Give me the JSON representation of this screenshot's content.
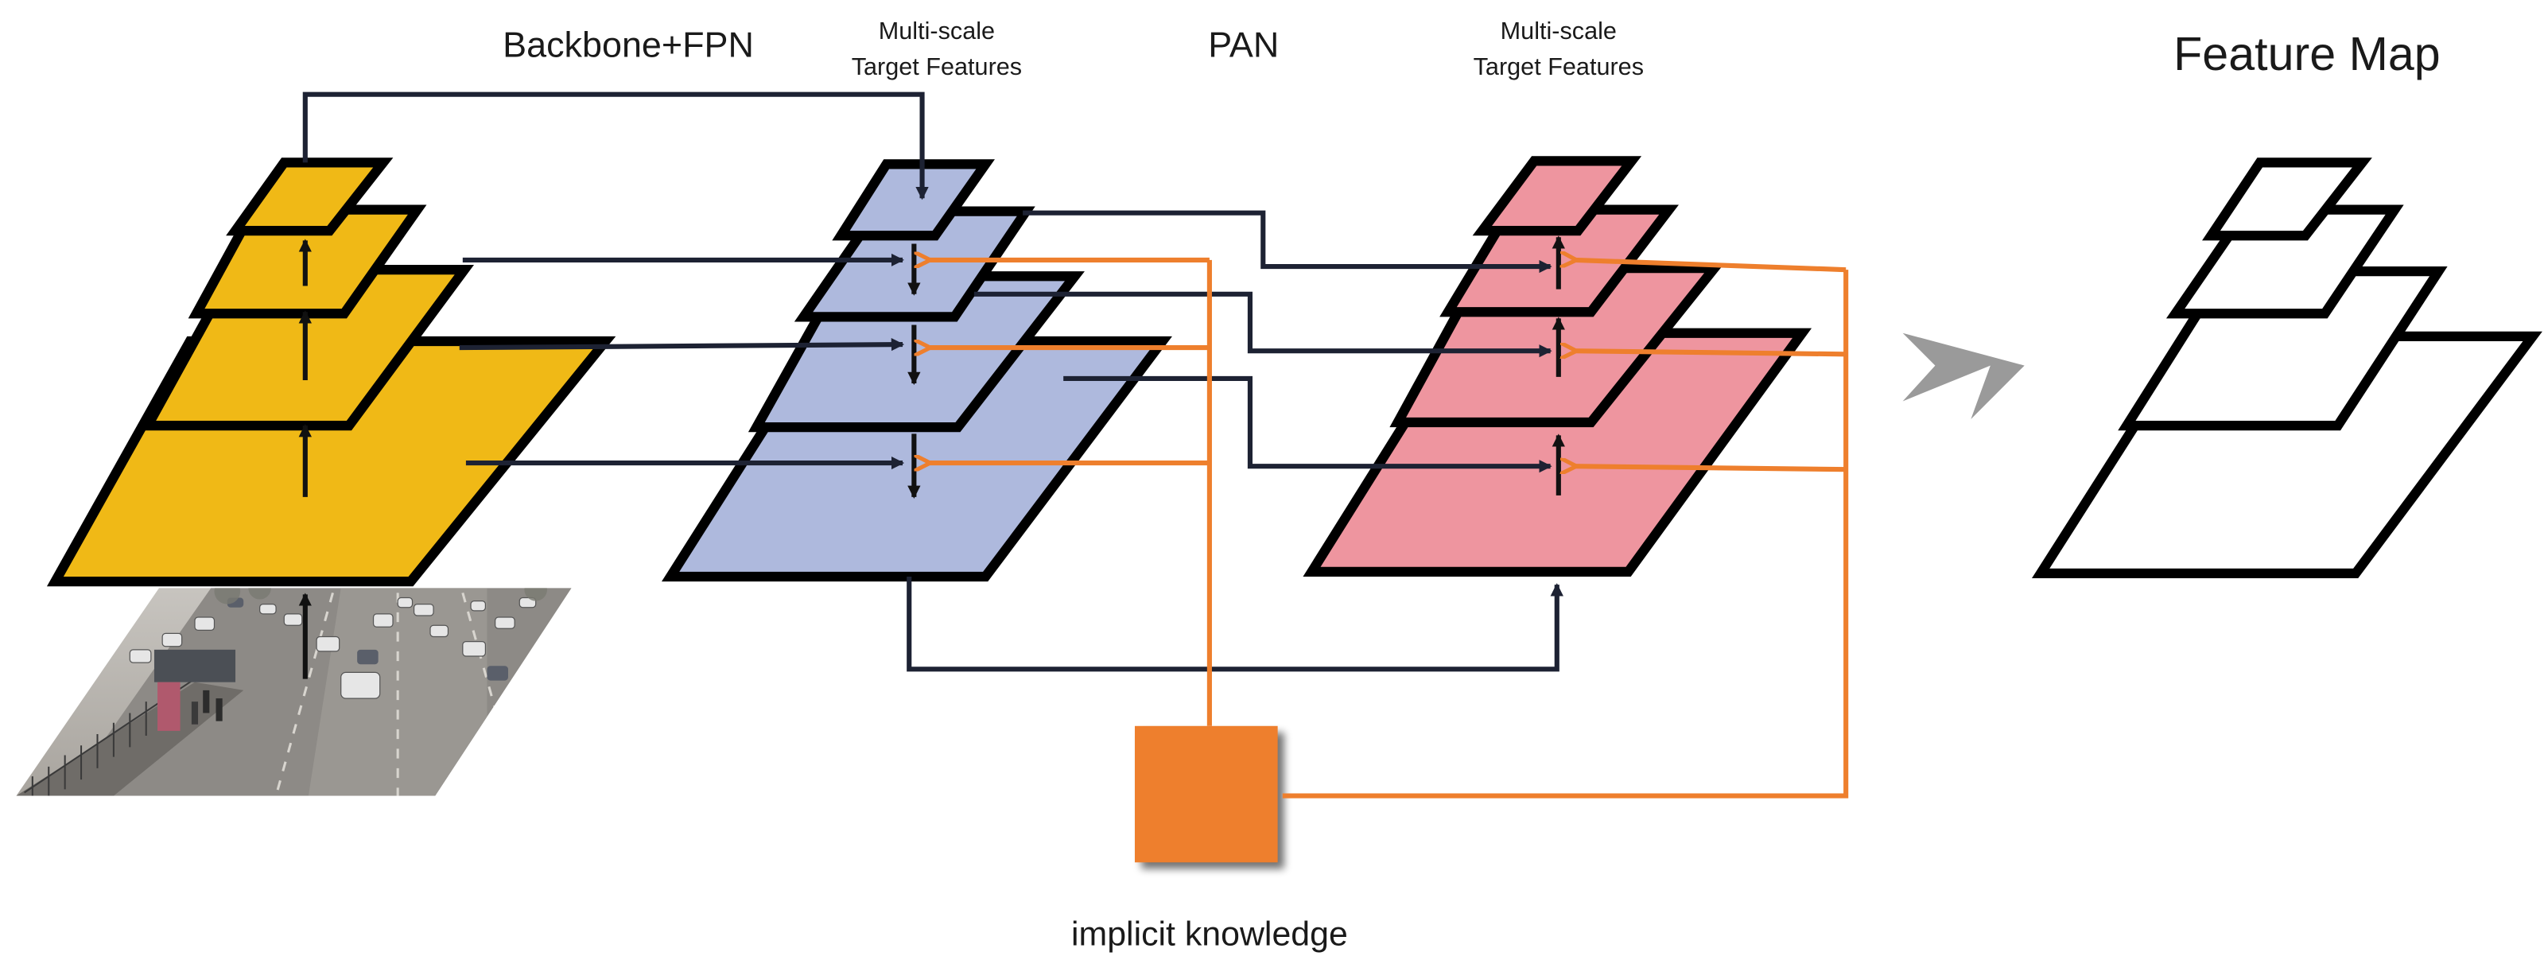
{
  "labels": {
    "backbone": "Backbone+FPN",
    "pan": "PAN",
    "feature_map": "Feature Map",
    "target_features_1": [
      "Multi-scale",
      "Target Features"
    ],
    "target_features_2": [
      "Multi-scale",
      "Target Features"
    ],
    "implicit_knowledge": "implicit knowledge"
  },
  "colors": {
    "backbone_fill": "#f0b916",
    "fpn_fill": "#aeb9dd",
    "pan_fill": "#ee959f",
    "feature_map_fill": "#ffffff",
    "implicit_knowledge_fill": "#ee7f2d",
    "orange_connector": "#ee7f2d",
    "dark_connector": "#1d2233",
    "big_arrow": "#9a9a9a"
  },
  "icons": {
    "photo": "street-scene-photo",
    "flow_arrow": "chevron-arrow-icon"
  }
}
